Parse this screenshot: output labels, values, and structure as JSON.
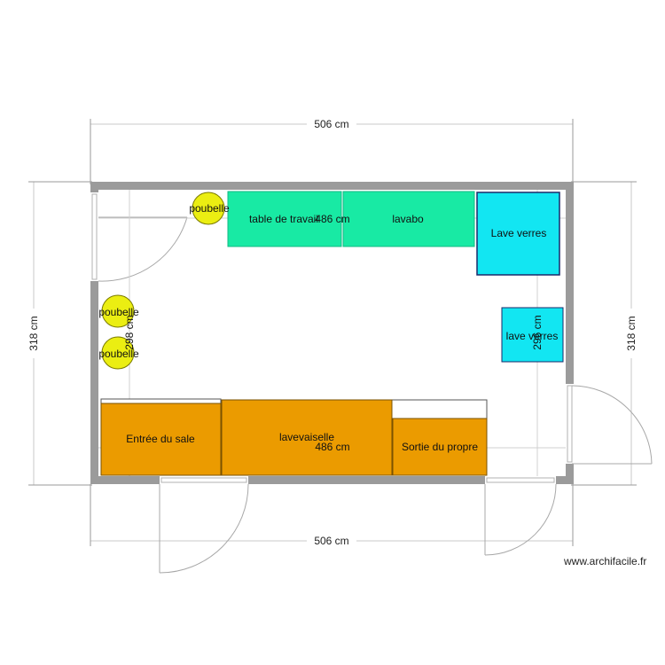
{
  "plan": {
    "dimensions": {
      "top_width": "506 cm",
      "bottom_width": "506 cm",
      "left_height": "318 cm",
      "right_height": "318 cm",
      "inner_width_upper": "486 cm",
      "inner_width_lower": "486 cm",
      "inner_height_left": "298 cm",
      "inner_height_right": "296 cm"
    },
    "items": {
      "table_de_travail": "table de travail",
      "lavabo": "lavabo",
      "lave_verres_top": "Lave verres",
      "lave_verres_side": "lave verres",
      "entree_du_sale": "Entrée du sale",
      "lavevaisselle": "lavevaiselle",
      "sortie_du_propre": "Sortie du propre",
      "poubelle_top": "poubelle",
      "poubelle_mid": "poubelle",
      "poubelle_low": "poubelle"
    },
    "colors": {
      "wall": "#9b9b9b",
      "green_furniture": "#18eaa4",
      "cyan_furniture": "#12e6f2",
      "orange_furniture": "#eb9b00",
      "bin": "#ebee12"
    }
  },
  "footer": {
    "credit": "www.archifacile.fr"
  }
}
